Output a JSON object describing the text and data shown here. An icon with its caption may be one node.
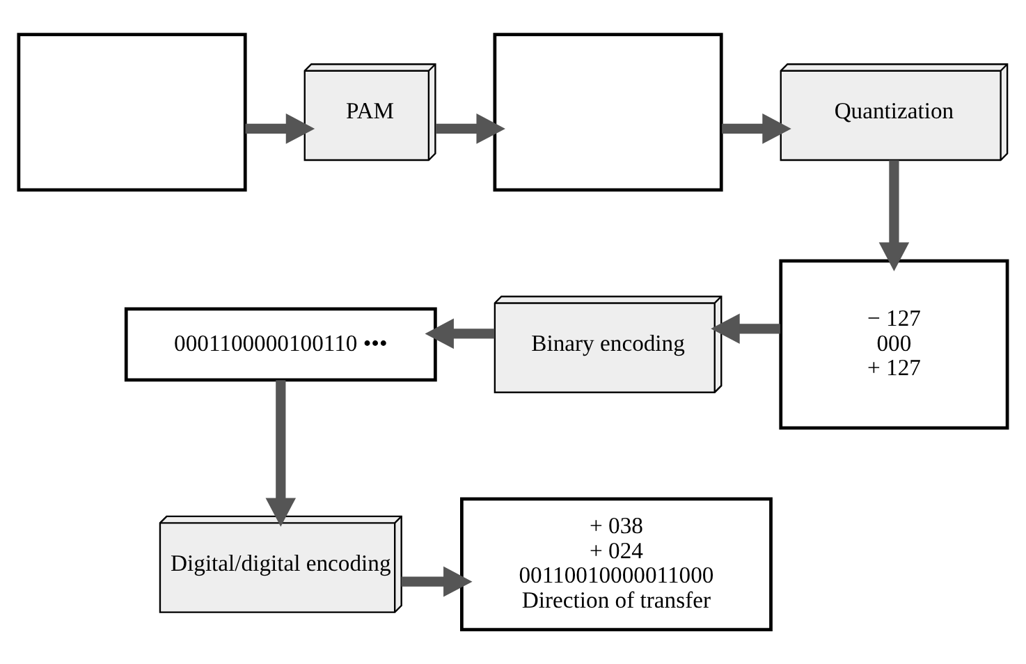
{
  "diagram": {
    "nodes": [
      {
        "text": [],
        "shape": "box"
      },
      {
        "text": [
          "PAM"
        ]
      },
      {
        "text": [],
        "shape": "box"
      },
      {
        "text": [
          "Quantization"
        ]
      },
      {
        "text": [
          "− 127",
          "000",
          "+ 127"
        ]
      },
      {
        "text": [
          "Binary encoding"
        ]
      },
      {
        "text": [
          "0001100000100110 •••"
        ]
      },
      {
        "text": [
          "Digital/digital encoding"
        ]
      },
      {
        "text": [
          "+ 038",
          "+ 024",
          "00110010000011000",
          "Direction of transfer"
        ]
      }
    ],
    "edges": [
      {
        "from": 0,
        "to": 1,
        "arrow": "to"
      },
      {
        "from": 1,
        "to": 2,
        "arrow": "to"
      },
      {
        "from": 2,
        "to": 3,
        "arrow": "to"
      },
      {
        "from": 3,
        "to": 4,
        "arrow": "to"
      },
      {
        "from": 4,
        "to": 5,
        "arrow": "to"
      },
      {
        "from": 5,
        "to": 6,
        "arrow": "to"
      },
      {
        "from": 6,
        "to": 7,
        "arrow": "to"
      },
      {
        "from": 7,
        "to": 8,
        "arrow": "to"
      }
    ]
  }
}
